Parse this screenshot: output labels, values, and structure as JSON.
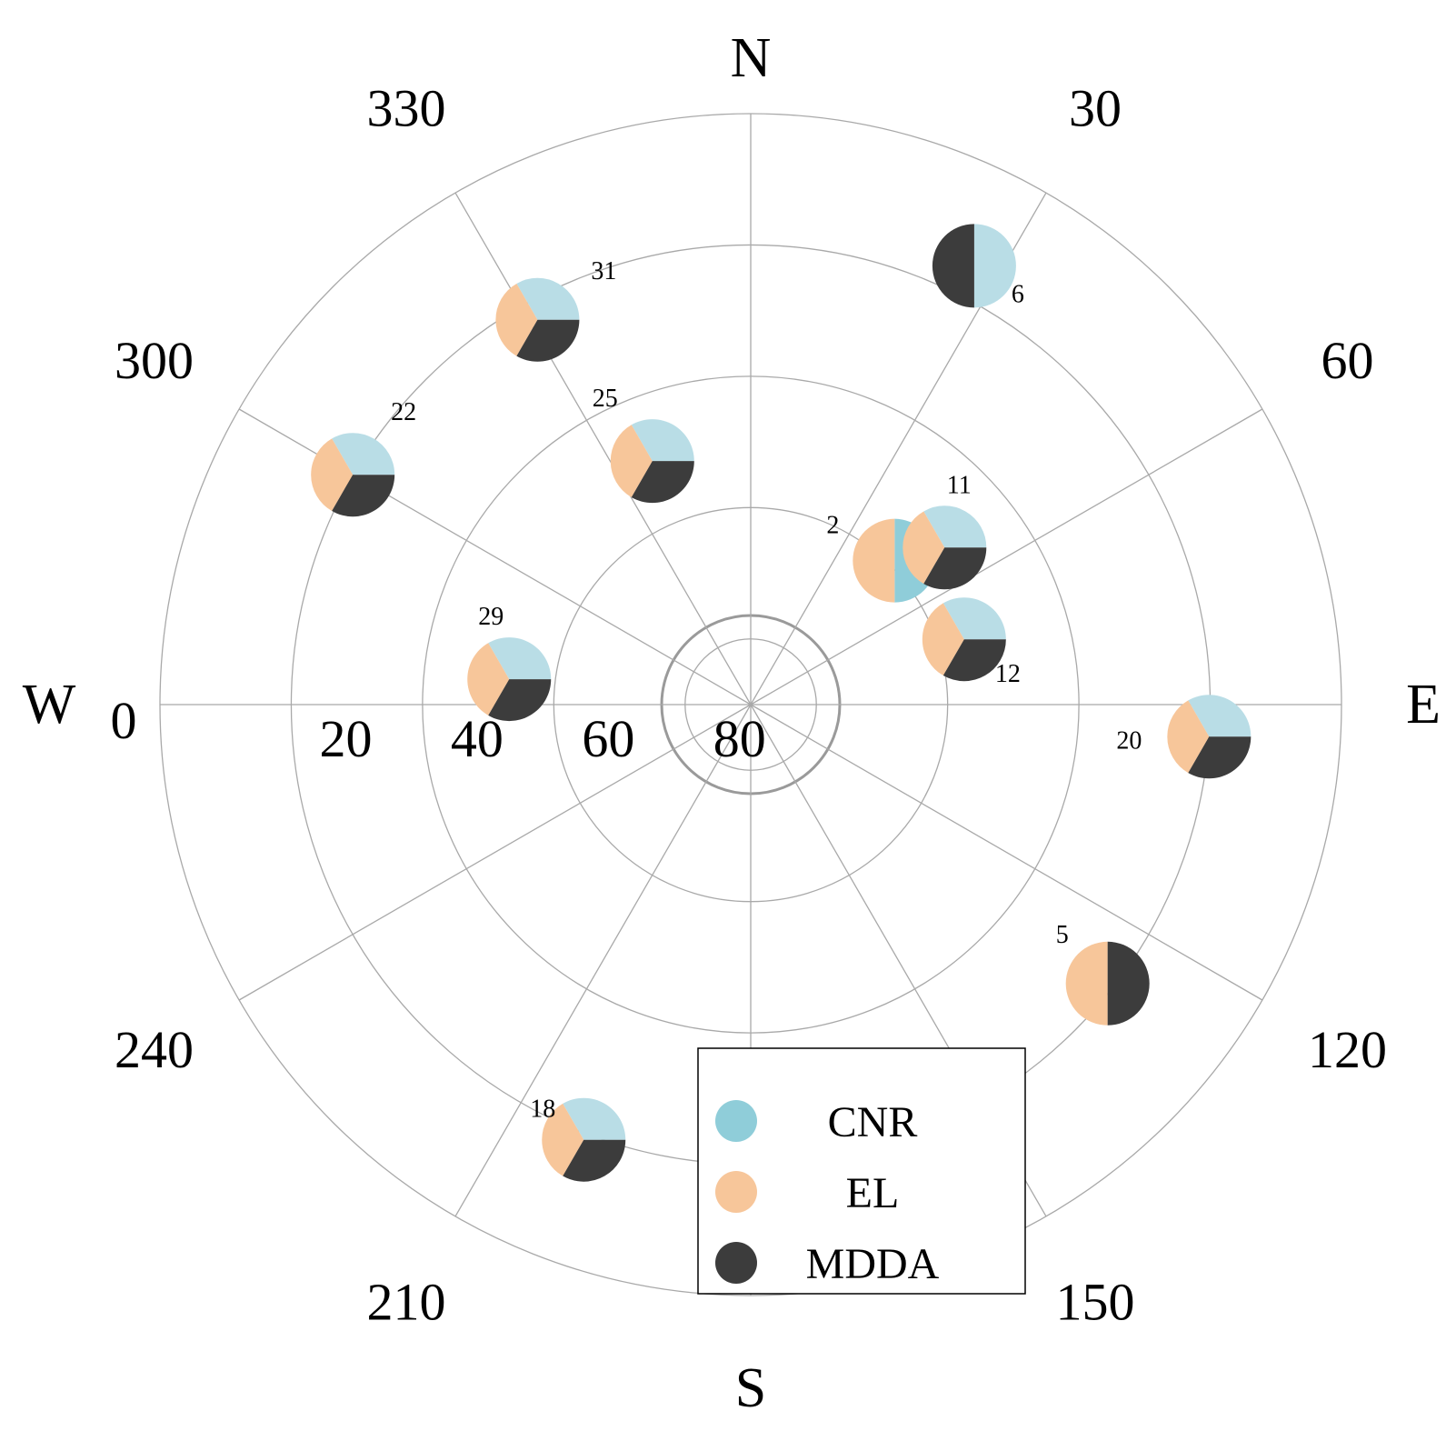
{
  "chart_data": {
    "type": "skyplot-pie",
    "direction_labels": {
      "north": "N",
      "east": "E",
      "south": "S",
      "west": "W"
    },
    "azimuth_ticks": [
      30,
      60,
      120,
      150,
      210,
      240,
      300,
      330
    ],
    "azimuth_tick_labels": [
      "30",
      "60",
      "120",
      "150",
      "210",
      "240",
      "300",
      "330"
    ],
    "elevation_ticks": [
      0,
      20,
      40,
      60,
      80
    ],
    "elevation_tick_labels": [
      "0",
      "20",
      "40",
      "60",
      "80"
    ],
    "elevation_range": [
      0,
      90
    ],
    "grid": true,
    "legend_position": "bottom-right",
    "legend": [
      {
        "name": "CNR",
        "color": "#8fcdd9"
      },
      {
        "name": "EL",
        "color": "#f7c69a"
      },
      {
        "name": "MDDA",
        "color": "#3c3c3c"
      }
    ],
    "pie_colors": {
      "CNR": "#b9dde6",
      "CNR_dark": "#8fcdd9",
      "EL": "#f7c69a",
      "MDDA": "#3c3c3c"
    },
    "satellites": [
      {
        "id": "31",
        "azimuth": 331,
        "elevation": 23,
        "weights": {
          "CNR": 1,
          "EL": 1,
          "MDDA": 1
        }
      },
      {
        "id": "6",
        "azimuth": 27,
        "elevation": 15,
        "weights": {
          "CNR": 1,
          "EL": 0,
          "MDDA": 1
        }
      },
      {
        "id": "22",
        "azimuth": 300,
        "elevation": 20,
        "weights": {
          "CNR": 1,
          "EL": 1,
          "MDDA": 1
        }
      },
      {
        "id": "25",
        "azimuth": 338,
        "elevation": 50,
        "weights": {
          "CNR": 1,
          "EL": 1,
          "MDDA": 1
        }
      },
      {
        "id": "2",
        "azimuth": 45,
        "elevation": 59,
        "weights": {
          "CNR": 1,
          "EL": 1,
          "MDDA": 0
        }
      },
      {
        "id": "11",
        "azimuth": 51,
        "elevation": 52,
        "weights": {
          "CNR": 1,
          "EL": 1,
          "MDDA": 1
        }
      },
      {
        "id": "12",
        "azimuth": 73,
        "elevation": 56,
        "weights": {
          "CNR": 1,
          "EL": 1,
          "MDDA": 1
        }
      },
      {
        "id": "29",
        "azimuth": 276,
        "elevation": 53,
        "weights": {
          "CNR": 1,
          "EL": 1,
          "MDDA": 1
        }
      },
      {
        "id": "20",
        "azimuth": 94,
        "elevation": 20,
        "weights": {
          "CNR": 1,
          "EL": 1,
          "MDDA": 1
        }
      },
      {
        "id": "5",
        "azimuth": 128,
        "elevation": 21,
        "weights": {
          "CNR": 0,
          "EL": 1,
          "MDDA": 1
        }
      },
      {
        "id": "18",
        "azimuth": 201,
        "elevation": 19,
        "weights": {
          "CNR": 1,
          "EL": 1,
          "MDDA": 1
        }
      }
    ]
  }
}
